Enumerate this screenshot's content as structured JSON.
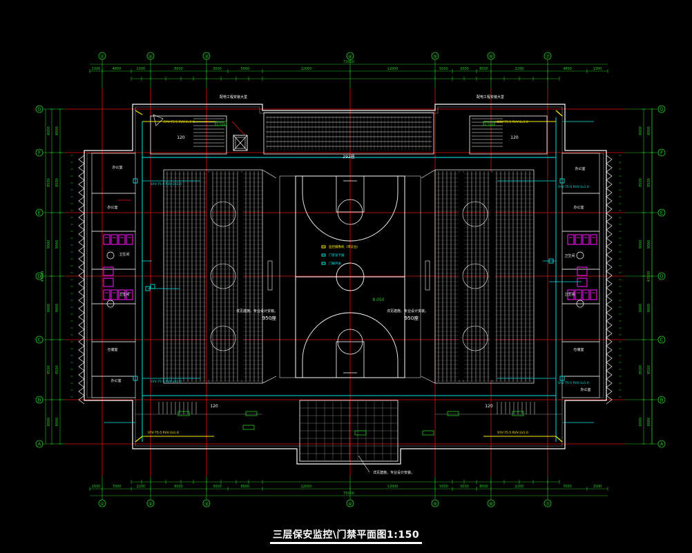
{
  "drawing": {
    "title": "三层保安监控\\门禁平面图1:150"
  },
  "grid_axes": {
    "vertical": [
      "①",
      "②",
      "③",
      "④",
      "⑤",
      "⑥",
      "⑦"
    ],
    "horizontal": [
      "G",
      "F",
      "E",
      "D",
      "C",
      "B",
      "A"
    ],
    "vertical_duplicate_top": "①"
  },
  "dimensions": {
    "top_total": "72000",
    "top_segments": [
      "1300",
      "4800",
      "2200",
      "8000",
      "3000",
      "5000",
      "12000",
      "12000",
      "5000",
      "3000",
      "8000",
      "2200",
      "4800",
      "1300"
    ],
    "bottom_total": "75000",
    "bottom_segments": [
      "1500",
      "7000",
      "2200",
      "8000",
      "3000",
      "8000",
      "12000",
      "12000",
      "5000",
      "3000",
      "8000",
      "2200",
      "7000",
      "1500"
    ],
    "side_total": "47800",
    "side_segments": [
      "8000",
      "8500",
      "9000",
      "9000",
      "8500",
      "8000"
    ]
  },
  "rooms": {
    "office": "办公室",
    "washroom": "卫生间",
    "storage": "仓储室"
  },
  "labels": {
    "court_elevation": "8.050",
    "seats_left": "950座",
    "seats_right": "950座",
    "seats_top": "292座",
    "seats_bottom_left": "120",
    "seats_bottom_right": "120",
    "seats_top_left": "120",
    "seats_top_right": "120",
    "note_left": "详见建施、专业设计安装。",
    "note_right": "详见建施、专业设计安装。",
    "note_bottom": "详见建施、专业设计安装。",
    "note_top_left": "配电工程安装大堂",
    "note_top_right": "配电工程安装大堂",
    "legend_1": "监控摄像机（带云台）",
    "legend_2": "门禁读卡器",
    "legend_3": "门磁开关",
    "elev_small": "5.500",
    "cable_spec": "SYV-75-5 RVV-2x1.0"
  }
}
